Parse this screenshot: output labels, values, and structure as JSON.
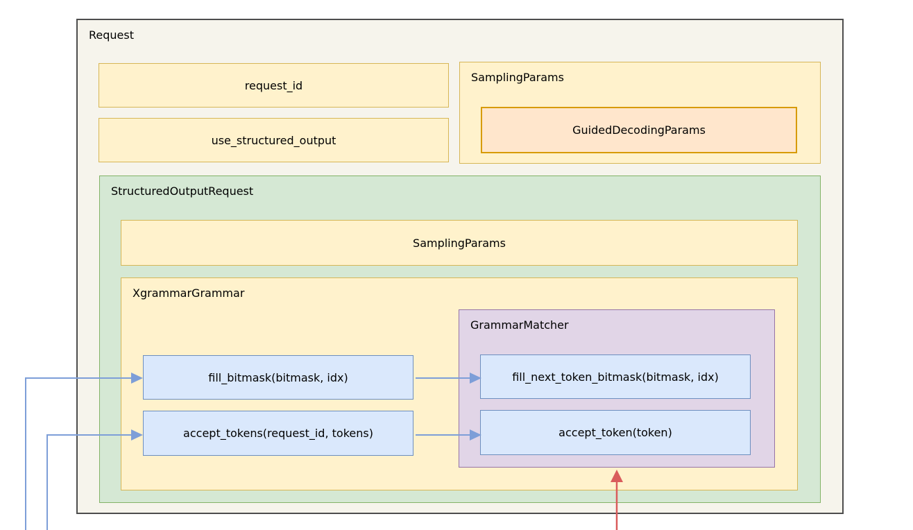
{
  "colors": {
    "canvas_bg": "#ffffff",
    "request_fill": "#f6f4ec",
    "request_stroke": "#4d4d4d",
    "yellow_fill": "#fff2cc",
    "yellow_stroke": "#d6b656",
    "orange_fill": "#ffe6cc",
    "orange_stroke": "#d79b00",
    "green_fill": "#d5e8d4",
    "green_stroke": "#82b366",
    "blue_fill": "#dae8fc",
    "blue_stroke": "#6c8ebf",
    "purple_fill": "#e1d5e7",
    "purple_stroke": "#9673a6",
    "arrow_blue": "#7d9ed8",
    "arrow_red": "#d95c5c",
    "text": "#000000"
  },
  "request": {
    "label": "Request",
    "request_id": {
      "label": "request_id"
    },
    "use_structured_output": {
      "label": "use_structured_output"
    },
    "sampling_params": {
      "label": "SamplingParams",
      "guided_decoding_params": {
        "label": "GuidedDecodingParams"
      }
    },
    "structured_output_request": {
      "label": "StructuredOutputRequest",
      "sampling_params": {
        "label": "SamplingParams"
      },
      "xgrammar_grammar": {
        "label": "XgrammarGrammar",
        "fill_bitmask": {
          "label": "fill_bitmask(bitmask, idx)"
        },
        "accept_tokens": {
          "label": "accept_tokens(request_id, tokens)"
        },
        "grammar_matcher": {
          "label": "GrammarMatcher",
          "fill_next_token_bitmask": {
            "label": "fill_next_token_bitmask(bitmask, idx)"
          },
          "accept_token": {
            "label": "accept_token(token)"
          }
        }
      }
    }
  },
  "arrows": [
    {
      "name": "blue-arrow-into-fill-bitmask",
      "color": "blue",
      "from": "offscreen-bottom-left",
      "to": "fill_bitmask"
    },
    {
      "name": "blue-arrow-into-accept-tokens",
      "color": "blue",
      "from": "offscreen-bottom-left",
      "to": "accept_tokens"
    },
    {
      "name": "blue-arrow-fill-bitmask-to-fill-next-token-bitmask",
      "color": "blue",
      "from": "fill_bitmask",
      "to": "fill_next_token_bitmask"
    },
    {
      "name": "blue-arrow-accept-tokens-to-accept-token",
      "color": "blue",
      "from": "accept_tokens",
      "to": "accept_token"
    },
    {
      "name": "red-arrow-into-grammar-matcher",
      "color": "red",
      "from": "offscreen-bottom",
      "to": "grammar_matcher"
    }
  ]
}
